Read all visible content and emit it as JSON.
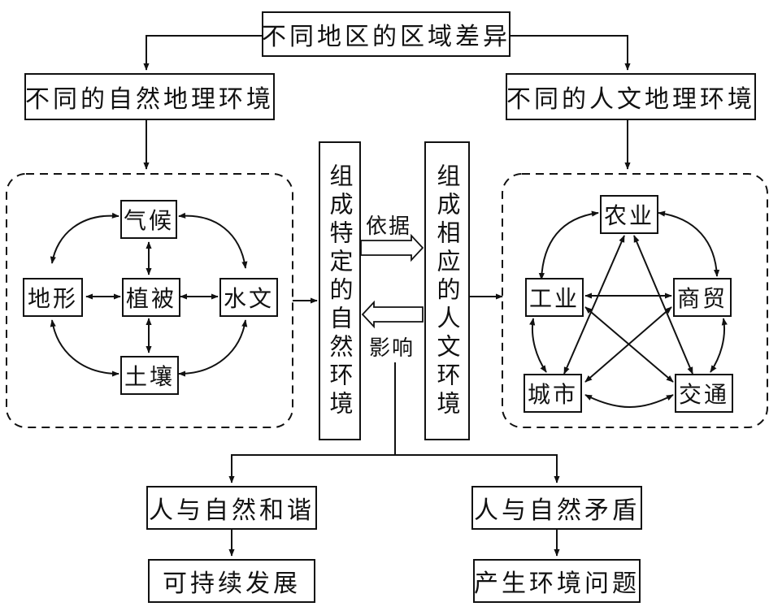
{
  "top": "不同地区的区域差异",
  "natural_env": "不同的自然地理环境",
  "human_env": "不同的人文地理环境",
  "natural_elements": {
    "climate": "气候",
    "landform": "地形",
    "vegetation": "植被",
    "hydrology": "水文",
    "soil": "土壤"
  },
  "human_elements": {
    "agriculture": "农业",
    "industry": "工业",
    "commerce": "商贸",
    "city": "城市",
    "transport": "交通"
  },
  "natural_specific": "组成特定的自然环境",
  "human_corresponding": "组成相应的人文环境",
  "arrow_basis": "依据",
  "arrow_influence": "影响",
  "harmony": "人与自然和谐",
  "conflict": "人与自然矛盾",
  "sustainable": "可持续发展",
  "env_problems": "产生环境问题"
}
